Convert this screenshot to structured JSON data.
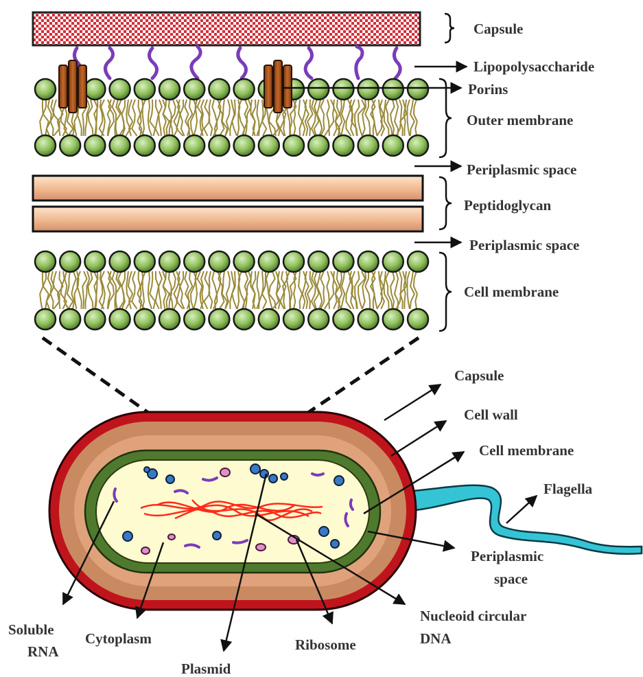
{
  "labels": {
    "top": {
      "capsule": "Capsule",
      "lipopolysaccharide": "Lipopolysaccharide",
      "porins": "Porins",
      "outer_membrane": "Outer membrane",
      "periplasmic_space_1": "Periplasmic space",
      "peptidoglycan": "Peptidoglycan",
      "periplasmic_space_2": "Periplasmic space",
      "cell_membrane": "Cell membrane"
    },
    "cell": {
      "capsule": "Capsule",
      "cell_wall": "Cell wall",
      "cell_membrane": "Cell membrane",
      "flagella": "Flagella",
      "periplasmic_space_line1": "Periplasmic",
      "periplasmic_space_line2": "space",
      "nucleoid_line1": "Nucleoid circular",
      "nucleoid_line2": "DNA",
      "ribosome": "Ribosome",
      "plasmid": "Plasmid",
      "cytoplasm": "Cytoplasm",
      "soluble_rna_line1": "Soluble",
      "soluble_rna_line2": "RNA"
    }
  },
  "colors": {
    "capsule_red": "#c0141c",
    "cell_wall_brown": "#c98a62",
    "membrane_green": "#4f7a2e",
    "cytoplasm_yellow": "#fffbd0",
    "lipid_head_green": "#8fbf5a",
    "lipid_tail_olive": "#9a8a3a",
    "porin_brown": "#a3521c",
    "lps_purple": "#7a3db8",
    "peptidoglycan_peach": "#f0b890",
    "flagella_cyan": "#35c4d6",
    "dna_red": "#ff2a1a",
    "ribosome_blue": "#3a7ac0",
    "plasmid_pink": "#e090c8"
  }
}
